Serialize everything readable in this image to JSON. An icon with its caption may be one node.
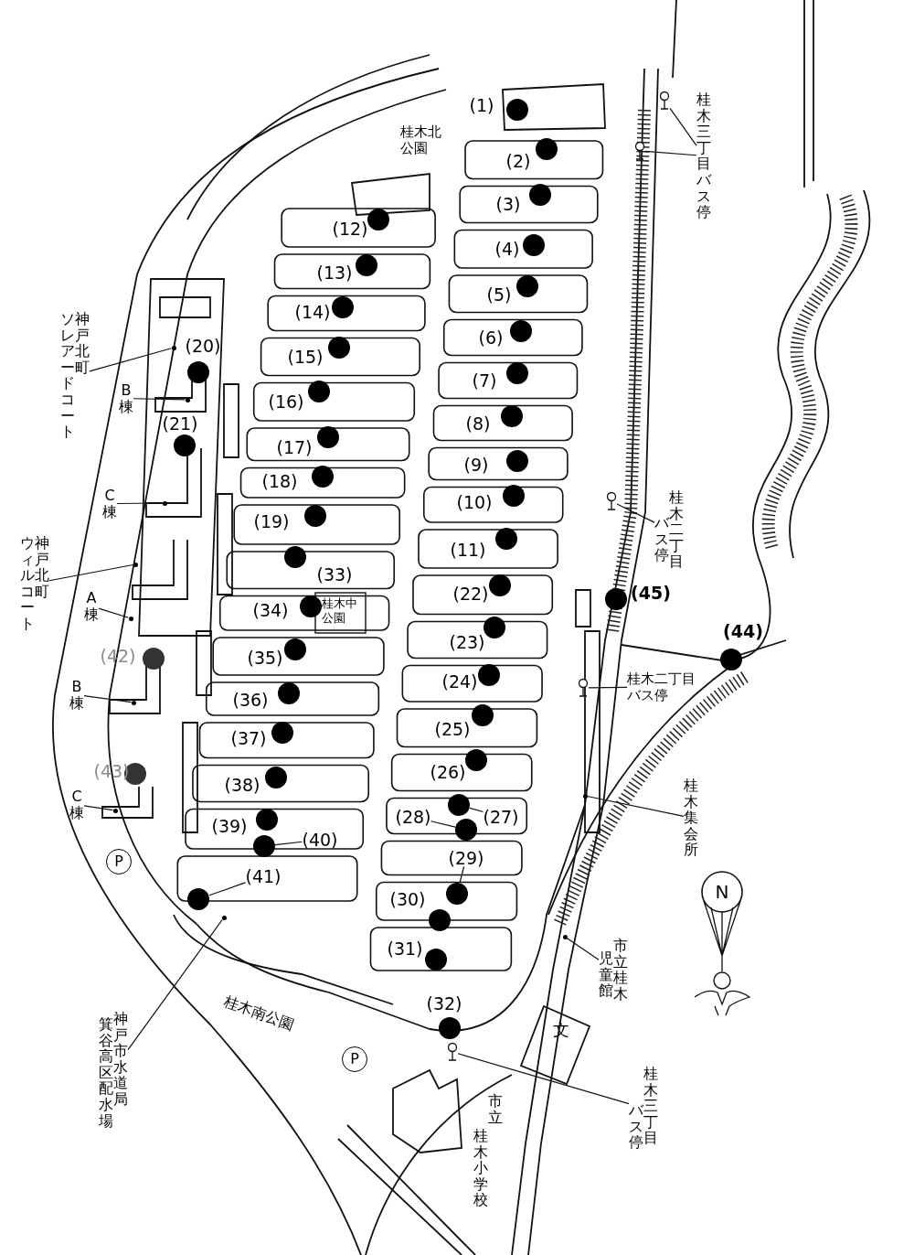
{
  "diagram": {
    "nodes": [
      {
        "text": [],
        "shape": "circle",
        "beside": [
          "(1)"
        ]
      },
      {
        "text": [],
        "shape": "circle",
        "beside": [
          "(2)"
        ]
      },
      {
        "text": [],
        "shape": "circle",
        "beside": [
          "(3)"
        ]
      },
      {
        "text": [],
        "shape": "circle",
        "beside": [
          "(4)"
        ]
      },
      {
        "text": [],
        "shape": "circle",
        "beside": [
          "(5)"
        ]
      },
      {
        "text": [],
        "shape": "circle",
        "beside": [
          "(6)"
        ]
      },
      {
        "text": [],
        "shape": "circle",
        "beside": [
          "(7)"
        ]
      },
      {
        "text": [],
        "shape": "circle",
        "beside": [
          "(8)"
        ]
      },
      {
        "text": [],
        "shape": "circle",
        "beside": [
          "(9)"
        ]
      },
      {
        "text": [],
        "shape": "circle",
        "beside": [
          "(10)"
        ]
      },
      {
        "text": [],
        "shape": "circle",
        "beside": [
          "(11)"
        ]
      },
      {
        "text": [],
        "shape": "circle",
        "beside": [
          "(12)"
        ]
      },
      {
        "text": [],
        "shape": "circle",
        "beside": [
          "(13)"
        ]
      },
      {
        "text": [],
        "shape": "circle",
        "beside": [
          "(14)"
        ]
      },
      {
        "text": [],
        "shape": "circle",
        "beside": [
          "(15)"
        ]
      },
      {
        "text": [],
        "shape": "circle",
        "beside": [
          "(16)"
        ]
      },
      {
        "text": [],
        "shape": "circle",
        "beside": [
          "(17)"
        ]
      },
      {
        "text": [],
        "shape": "circle",
        "beside": [
          "(18)"
        ]
      },
      {
        "text": [],
        "shape": "circle",
        "beside": [
          "(19)"
        ]
      },
      {
        "text": [],
        "shape": "circle",
        "beside": [
          "(20)"
        ]
      },
      {
        "text": [],
        "shape": "circle",
        "beside": [
          "(21)"
        ]
      },
      {
        "text": [],
        "shape": "circle",
        "beside": [
          "(22)"
        ]
      },
      {
        "text": [],
        "shape": "circle",
        "beside": [
          "(23)"
        ]
      },
      {
        "text": [],
        "shape": "circle",
        "beside": [
          "(24)"
        ]
      },
      {
        "text": [],
        "shape": "circle",
        "beside": [
          "(25)"
        ]
      },
      {
        "text": [],
        "shape": "circle",
        "beside": [
          "(26)"
        ]
      },
      {
        "text": [],
        "shape": "circle"
      },
      {
        "text": [],
        "shape": "circle"
      },
      {
        "text": [],
        "shape": "circle"
      },
      {
        "text": [],
        "shape": "circle",
        "beside": [
          "(30)"
        ]
      },
      {
        "text": [],
        "shape": "circle",
        "beside": [
          "(31)"
        ]
      },
      {
        "text": [],
        "shape": "circle",
        "beside": [
          "(32)"
        ]
      },
      {
        "text": [],
        "shape": "circle",
        "beside": [
          "(33)"
        ]
      },
      {
        "text": [],
        "shape": "circle",
        "beside": [
          "(34)"
        ]
      },
      {
        "text": [],
        "shape": "circle",
        "beside": [
          "(35)"
        ]
      },
      {
        "text": [],
        "shape": "circle",
        "beside": [
          "(36)"
        ]
      },
      {
        "text": [],
        "shape": "circle",
        "beside": [
          "(37)"
        ]
      },
      {
        "text": [],
        "shape": "circle",
        "beside": [
          "(38)"
        ]
      },
      {
        "text": [],
        "shape": "circle",
        "beside": [
          "(39)"
        ]
      },
      {
        "text": [],
        "shape": "circle"
      },
      {
        "text": [],
        "shape": "circle"
      },
      {
        "text": [],
        "shape": "circle",
        "beside": [
          "(42)"
        ]
      },
      {
        "text": [],
        "shape": "circle",
        "beside": [
          "(43)"
        ]
      },
      {
        "text": [],
        "shape": "circle",
        "beside": [
          "(44)"
        ]
      },
      {
        "text": [],
        "shape": "circle",
        "beside": [
          "(45)"
        ]
      },
      {
        "text": [
          "神戸北町ソレアードコート"
        ]
      },
      {
        "text": [],
        "shape": "circle"
      },
      {
        "text": [
          "B棟"
        ]
      },
      {
        "text": [],
        "shape": "circle"
      },
      {
        "text": [
          "C棟"
        ]
      },
      {
        "text": [],
        "shape": "circle"
      },
      {
        "text": [
          "神戸北町ウィルコート"
        ]
      },
      {
        "text": [],
        "shape": "circle"
      },
      {
        "text": [
          "A棟"
        ]
      },
      {
        "text": [],
        "shape": "circle"
      },
      {
        "text": [
          "B棟"
        ]
      },
      {
        "text": [],
        "shape": "circle"
      },
      {
        "text": [
          "C棟"
        ]
      },
      {
        "text": [],
        "shape": "circle"
      },
      {
        "text": [
          "桂木三丁目バス停"
        ]
      },
      {
        "text": [],
        "shape": "sign"
      },
      {
        "text": [],
        "shape": "sign"
      },
      {
        "text": [
          "桂木二丁目バス停"
        ]
      },
      {
        "text": [],
        "shape": "sign"
      },
      {
        "text": [
          "桂木二丁目バス停"
        ]
      },
      {
        "text": [],
        "shape": "sign"
      },
      {
        "text": [
          "桂木集会所"
        ]
      },
      {
        "text": [],
        "shape": "circle"
      },
      {
        "text": [
          "市立桂木児童館"
        ]
      },
      {
        "text": [],
        "shape": "circle"
      },
      {
        "text": [
          "桂木三丁目バス停"
        ]
      },
      {
        "text": [],
        "shape": "sign"
      },
      {
        "text": [
          "神戸市水道局箕谷高区配水場"
        ]
      },
      {
        "text": [],
        "shape": "circle"
      },
      {
        "text": [
          "(27)"
        ]
      },
      {
        "text": [
          "(28)"
        ]
      },
      {
        "text": [
          "(29)"
        ]
      },
      {
        "text": [
          "(40)"
        ]
      },
      {
        "text": [
          "(41)"
        ]
      }
    ],
    "edges": [
      {
        "from": 45,
        "to": 46,
        "arrow": "none"
      },
      {
        "from": 47,
        "to": 48,
        "arrow": "none"
      },
      {
        "from": 49,
        "to": 50,
        "arrow": "none"
      },
      {
        "from": 51,
        "to": 52,
        "arrow": "none"
      },
      {
        "from": 53,
        "to": 54,
        "arrow": "none"
      },
      {
        "from": 55,
        "to": 56,
        "arrow": "none"
      },
      {
        "from": 57,
        "to": 58,
        "arrow": "none"
      },
      {
        "from": 59,
        "to": 60,
        "arrow": "none"
      },
      {
        "from": 59,
        "to": 61,
        "arrow": "none"
      },
      {
        "from": 62,
        "to": 63,
        "arrow": "none"
      },
      {
        "from": 64,
        "to": 65,
        "arrow": "none"
      },
      {
        "from": 66,
        "to": 67,
        "arrow": "none"
      },
      {
        "from": 68,
        "to": 69,
        "arrow": "none"
      },
      {
        "from": 70,
        "to": 71,
        "arrow": "none"
      },
      {
        "from": 72,
        "to": 73,
        "arrow": "none"
      },
      {
        "from": 74,
        "to": 26,
        "arrow": "none"
      },
      {
        "from": 75,
        "to": 27,
        "arrow": "none"
      },
      {
        "from": 76,
        "to": 28,
        "arrow": "none"
      },
      {
        "from": 77,
        "to": 39,
        "arrow": "none"
      },
      {
        "from": 78,
        "to": 40,
        "arrow": "none"
      }
    ],
    "labels": [
      "桂木北公園",
      "桂木中公園",
      "桂木南公園",
      "市立桂木小学校",
      "文",
      "P",
      "P",
      "N"
    ]
  }
}
